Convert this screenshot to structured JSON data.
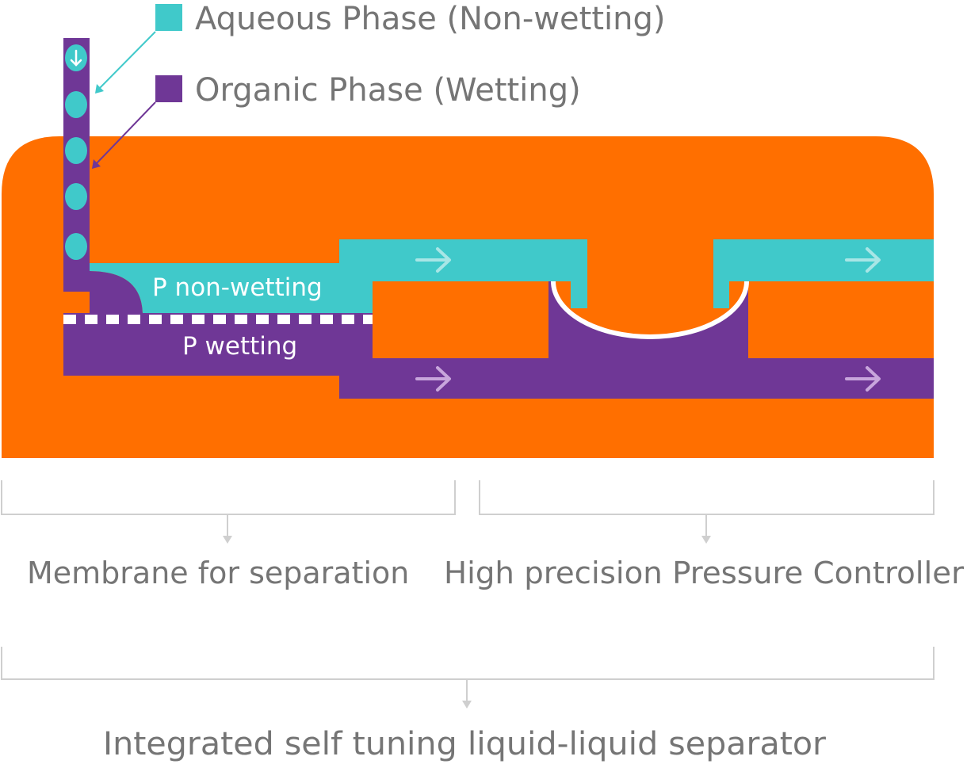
{
  "legend": {
    "aqueous": {
      "label": "Aqueous Phase (Non-wetting)",
      "color": "#40C9CA"
    },
    "organic": {
      "label": "Organic Phase (Wetting)",
      "color": "#6F3796"
    }
  },
  "channels": {
    "non_wetting_label": "P non-wetting",
    "wetting_label": "P wetting"
  },
  "sections": {
    "membrane": "Membrane for separation",
    "pressure_controller": "High precision Pressure Controller",
    "integrated": "Integrated self tuning liquid-liquid separator"
  },
  "colors": {
    "chip": "#FF6F00",
    "arrow_on_aqueous": "#A8E6E6",
    "arrow_on_organic": "#C8A6DC",
    "bracket": "#CFCFCF",
    "text": "#757575"
  },
  "icons": {
    "inlet": "arrow-down-icon",
    "flow": "arrow-right-icon"
  }
}
